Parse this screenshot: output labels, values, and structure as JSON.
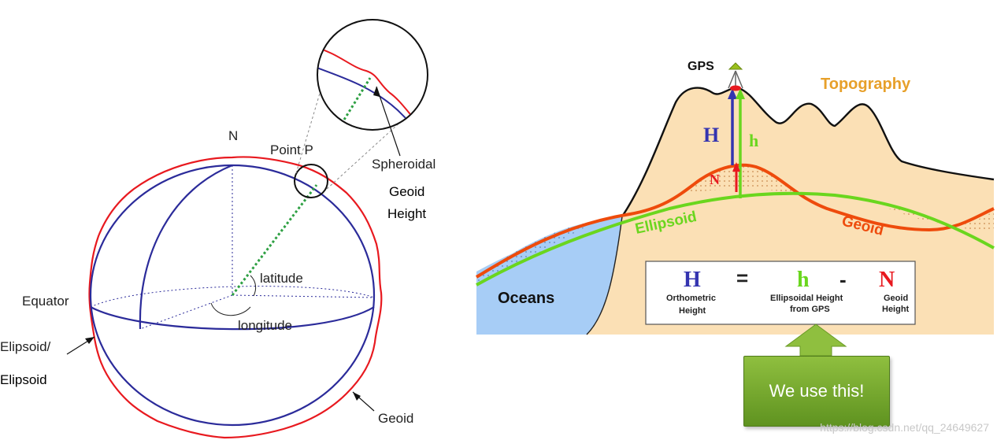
{
  "left": {
    "labels": {
      "north": "N",
      "point": "Point P",
      "spheroidal": "Spheroidal",
      "geoid_height": "Geoid",
      "geoid_height2": "Height",
      "latitude": "latitude",
      "longitude": "longitude",
      "equator": "Equator",
      "ellipsoid1": "Elipsoid/",
      "ellipsoid2": "Elipsoid",
      "geoid": "Geoid"
    },
    "colors": {
      "ellipsoid": "#2b2b9a",
      "geoid": "#e8191f",
      "normal": "#2ea043"
    }
  },
  "right": {
    "labels": {
      "gps": "GPS",
      "topography": "Topography",
      "H": "H",
      "h": "h",
      "N": "N",
      "ellipsoid": "Ellipsoid",
      "geoid": "Geoid",
      "oceans": "Oceans"
    },
    "formula": {
      "H": "H",
      "eq": "=",
      "h": "h",
      "minus": "-",
      "N": "N",
      "H_desc1": "Orthometric",
      "H_desc2": "Height",
      "h_desc1": "Ellipsoidal Height",
      "h_desc2": "from GPS",
      "N_desc1": "Geoid",
      "N_desc2": "Height"
    },
    "colors": {
      "land": "#fbe0b5",
      "ocean": "#a7cdf6",
      "ellipsoid": "#6ad61e",
      "geoid": "#ee4b0c",
      "H": "#3434b0",
      "topography_label": "#e7a02a"
    }
  },
  "callout": {
    "text": "We use this!"
  },
  "watermark": "https://blog.csdn.net/qq_24649627"
}
